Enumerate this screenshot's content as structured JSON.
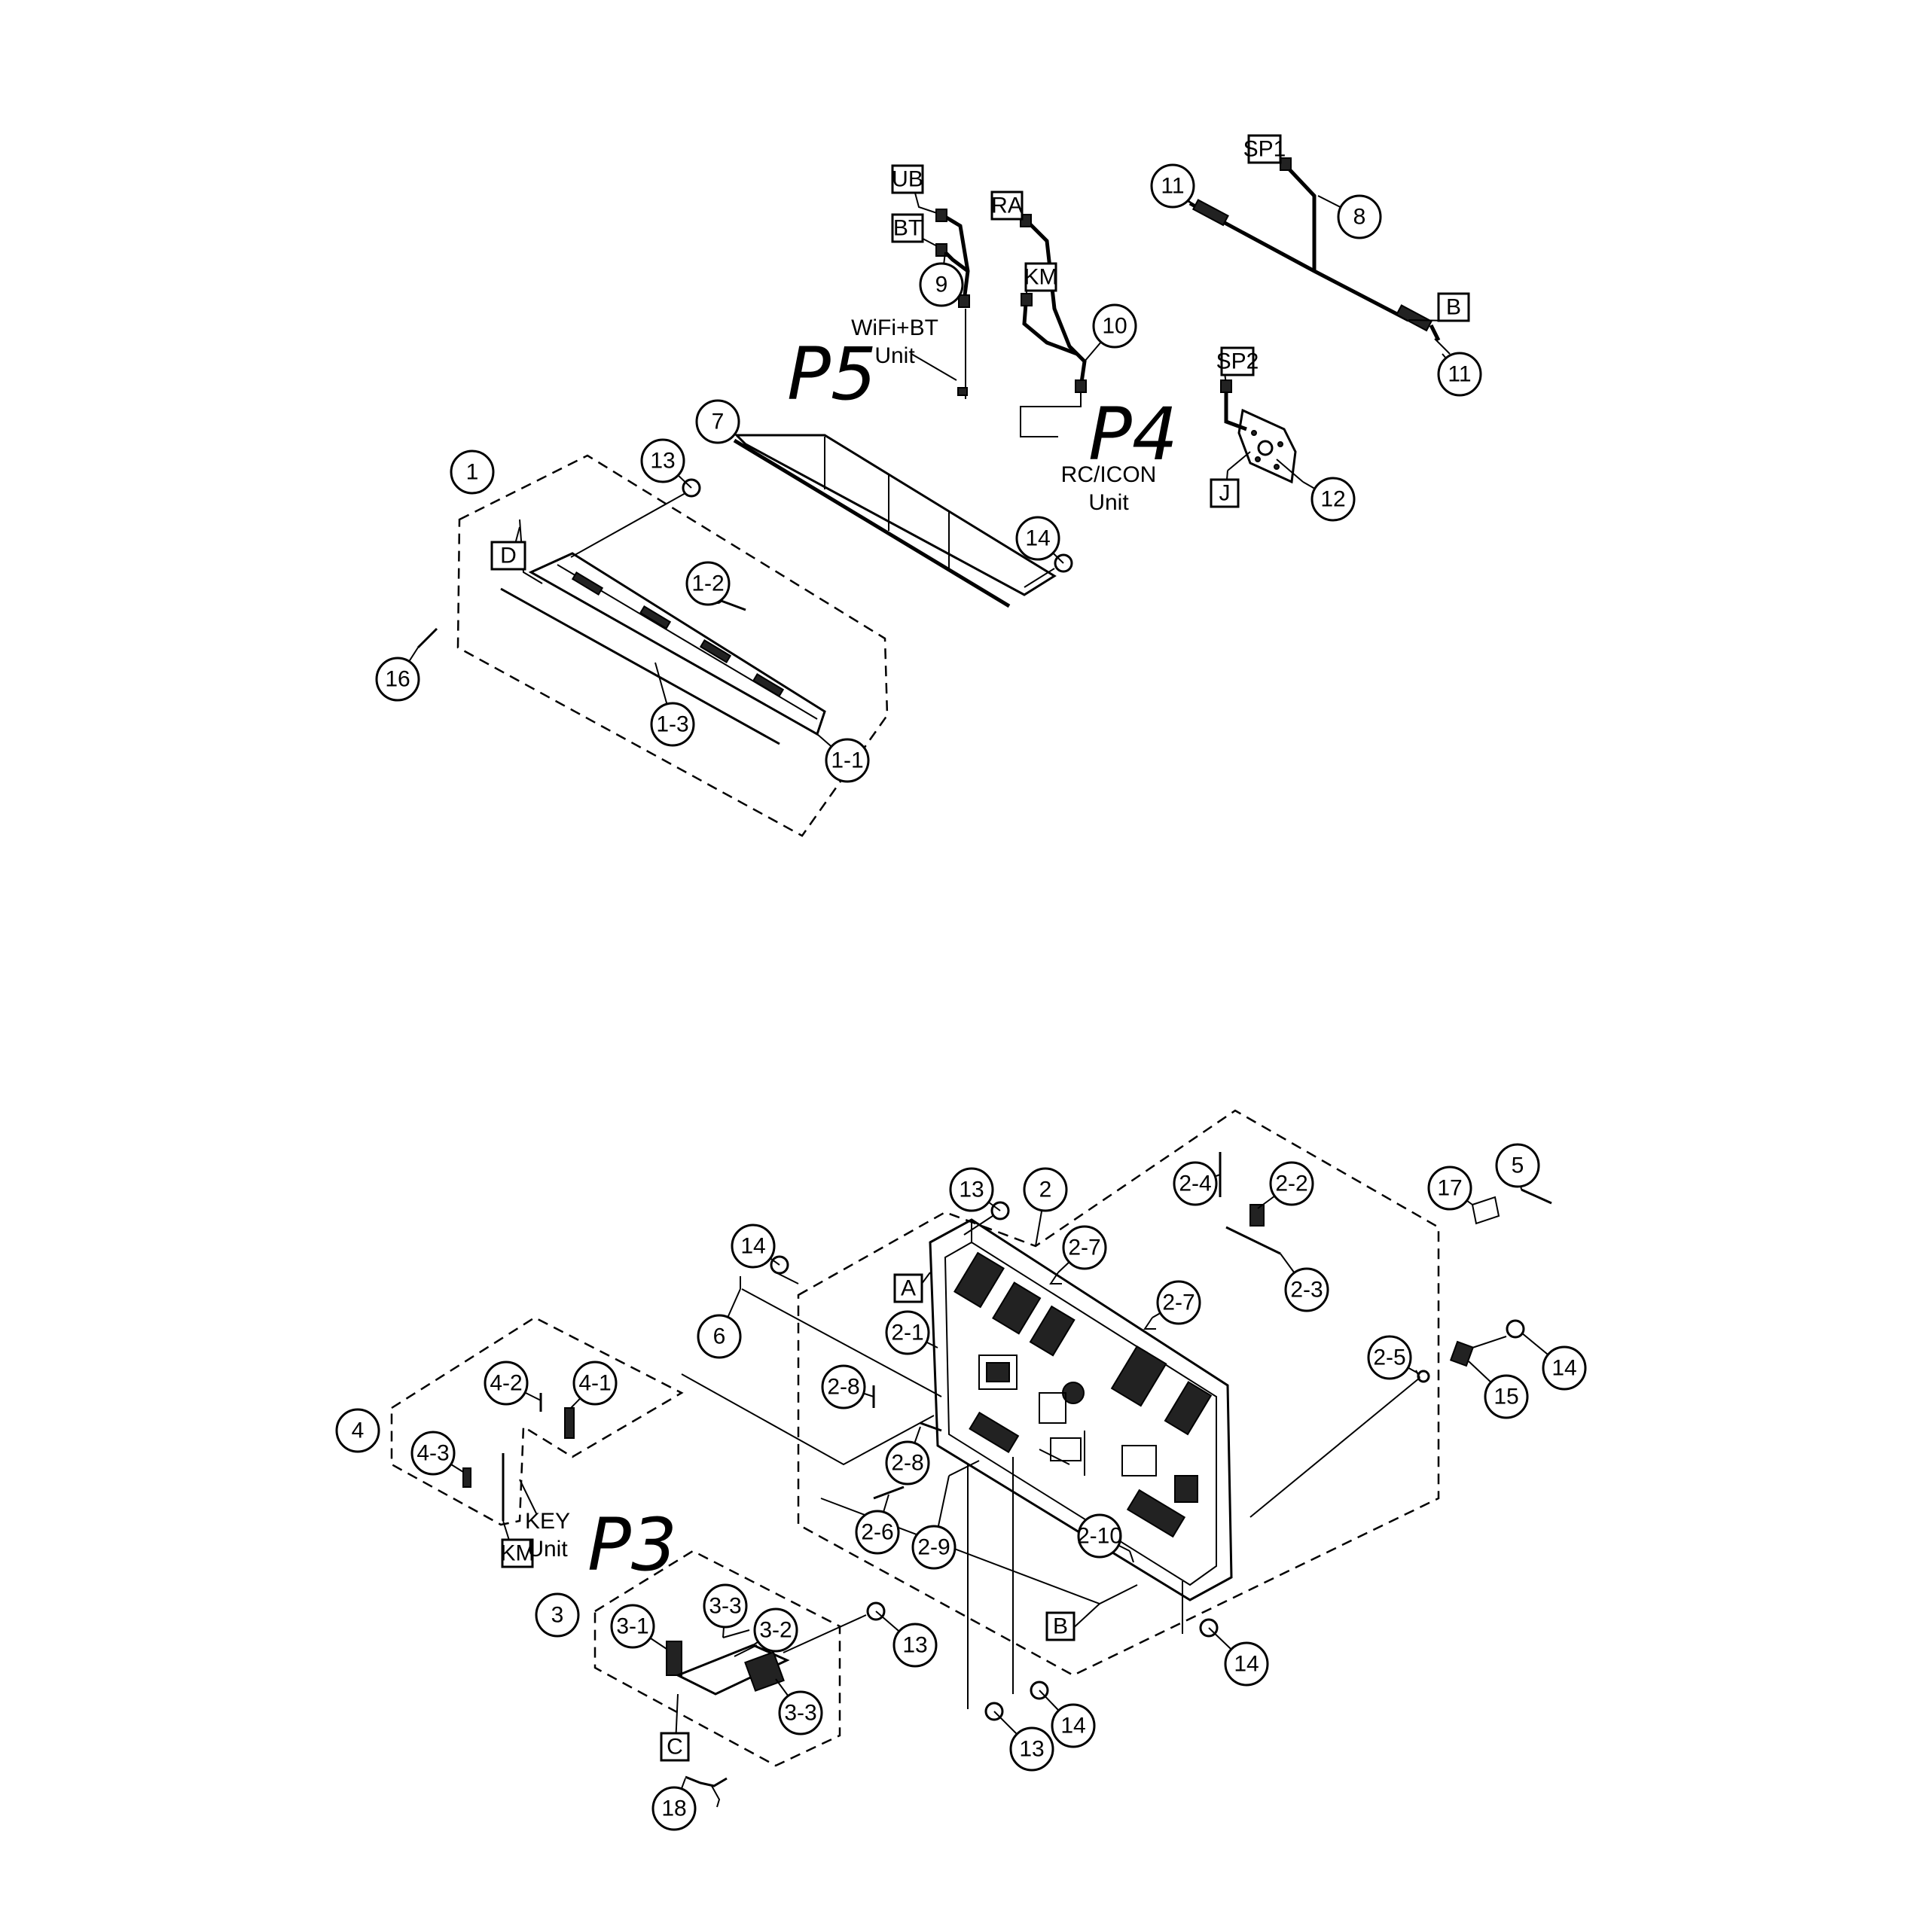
{
  "callouts": [
    {
      "id": "c1",
      "label": "1"
    },
    {
      "id": "c13a",
      "label": "13"
    },
    {
      "id": "c1-2",
      "label": "1-2"
    },
    {
      "id": "c16",
      "label": "16"
    },
    {
      "id": "c1-3",
      "label": "1-3"
    },
    {
      "id": "c1-1",
      "label": "1-1"
    },
    {
      "id": "c7",
      "label": "7"
    },
    {
      "id": "c14a",
      "label": "14"
    },
    {
      "id": "c9",
      "label": "9"
    },
    {
      "id": "c10",
      "label": "10"
    },
    {
      "id": "c11a",
      "label": "11"
    },
    {
      "id": "c8",
      "label": "8"
    },
    {
      "id": "c11b",
      "label": "11"
    },
    {
      "id": "c12",
      "label": "12"
    },
    {
      "id": "c13b",
      "label": "13"
    },
    {
      "id": "c2",
      "label": "2"
    },
    {
      "id": "c14b",
      "label": "14"
    },
    {
      "id": "c6",
      "label": "6"
    },
    {
      "id": "c2-1",
      "label": "2-1"
    },
    {
      "id": "c2-7a",
      "label": "2-7"
    },
    {
      "id": "c2-7b",
      "label": "2-7"
    },
    {
      "id": "c2-4",
      "label": "2-4"
    },
    {
      "id": "c2-2",
      "label": "2-2"
    },
    {
      "id": "c2-3",
      "label": "2-3"
    },
    {
      "id": "c17",
      "label": "17"
    },
    {
      "id": "c5",
      "label": "5"
    },
    {
      "id": "c2-5",
      "label": "2-5"
    },
    {
      "id": "c15",
      "label": "15"
    },
    {
      "id": "c14c",
      "label": "14"
    },
    {
      "id": "c2-8a",
      "label": "2-8"
    },
    {
      "id": "c2-8b",
      "label": "2-8"
    },
    {
      "id": "c2-6",
      "label": "2-6"
    },
    {
      "id": "c2-9",
      "label": "2-9"
    },
    {
      "id": "c2-10",
      "label": "2-10"
    },
    {
      "id": "c14d",
      "label": "14"
    },
    {
      "id": "c4",
      "label": "4"
    },
    {
      "id": "c4-2",
      "label": "4-2"
    },
    {
      "id": "c4-1",
      "label": "4-1"
    },
    {
      "id": "c4-3",
      "label": "4-3"
    },
    {
      "id": "c3",
      "label": "3"
    },
    {
      "id": "c3-1",
      "label": "3-1"
    },
    {
      "id": "c3-3a",
      "label": "3-3"
    },
    {
      "id": "c3-2",
      "label": "3-2"
    },
    {
      "id": "c3-3b",
      "label": "3-3"
    },
    {
      "id": "c13c",
      "label": "13"
    },
    {
      "id": "c14e",
      "label": "14"
    },
    {
      "id": "c13d",
      "label": "13"
    },
    {
      "id": "c18",
      "label": "18"
    }
  ],
  "box_labels": [
    {
      "id": "bD",
      "label": "D"
    },
    {
      "id": "bUB",
      "label": "UB"
    },
    {
      "id": "bBT",
      "label": "BT"
    },
    {
      "id": "bRA",
      "label": "RA"
    },
    {
      "id": "bKM1",
      "label": "KM"
    },
    {
      "id": "bSP1",
      "label": "SP1"
    },
    {
      "id": "bB1",
      "label": "B"
    },
    {
      "id": "bSP2",
      "label": "SP2"
    },
    {
      "id": "bJ",
      "label": "J"
    },
    {
      "id": "bA",
      "label": "A"
    },
    {
      "id": "bKM2",
      "label": "KM"
    },
    {
      "id": "bB2",
      "label": "B"
    },
    {
      "id": "bC",
      "label": "C"
    }
  ],
  "unit_labels": {
    "wifi_bt_line1": "WiFi+BT",
    "wifi_bt_line2": "Unit",
    "rc_icon_line1": "RC/ICON",
    "rc_icon_line2": "Unit",
    "key_line1": "KEY",
    "key_line2": "Unit"
  },
  "page_labels": {
    "p5": "P5",
    "p4": "P4",
    "p3": "P3"
  }
}
